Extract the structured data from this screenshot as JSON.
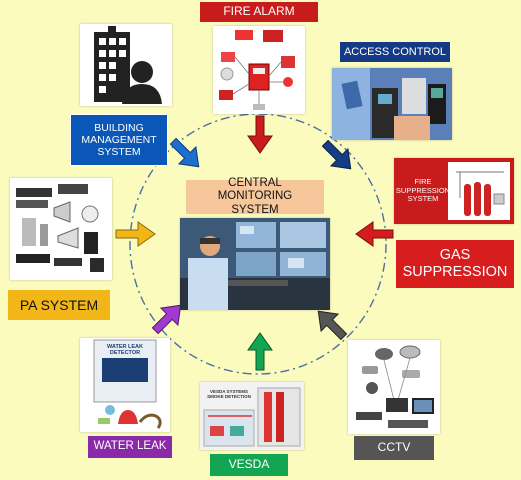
{
  "center": {
    "title": "CENTRAL MONITORING SYSTEM"
  },
  "systems": {
    "fire_alarm": "FIRE ALARM",
    "access_control": "ACCESS CONTROL",
    "building_management": "BUILDING MANAGEMENT SYSTEM",
    "fire_suppression_panel": "FIRE SUPPRESSION SYSTEM",
    "gas_suppression": "GAS SUPPRESSION",
    "pa_system": "PA SYSTEM",
    "water_leak": "WATER LEAK",
    "vesda": "VESDA",
    "cctv": "CCTV"
  },
  "image_text": {
    "water_leak_detector": "WATER LEAK DETECTOR",
    "vesda_doc": "VESDA SYSTEMS SMOKE DETECTION"
  },
  "colors": {
    "background": "#fbfbbe",
    "center_label": "#f6c79a",
    "fire_alarm": "#c81c1c",
    "access_control": "#143a86",
    "bms": "#0b57b8",
    "gas_suppression": "#d71d1d",
    "pa_system": "#f2b619",
    "water_leak": "#8a2aa8",
    "vesda": "#13a552",
    "cctv": "#555555"
  }
}
